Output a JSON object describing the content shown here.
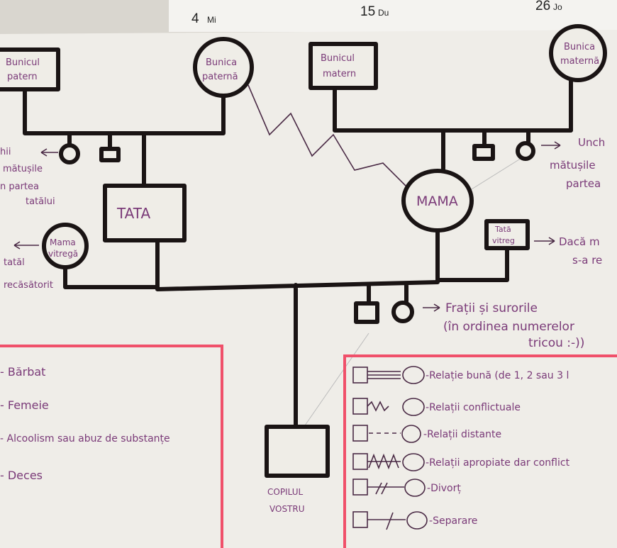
{
  "calendar": {
    "days": [
      {
        "num": "4",
        "day": "Mi"
      },
      {
        "num": "15",
        "day": "Du"
      },
      {
        "num": "26",
        "day": "Jo"
      }
    ]
  },
  "nodes": {
    "paternal_grandfather": [
      "Bunicul",
      "patern"
    ],
    "paternal_grandmother": [
      "Bunica",
      "paternă"
    ],
    "maternal_grandfather": [
      "Bunicul",
      "matern"
    ],
    "maternal_grandmother": [
      "Bunica",
      "maternă"
    ],
    "father": "TATA",
    "mother": "MAMA",
    "stepmother": [
      "Mama",
      "vitregă"
    ],
    "stepfather": [
      "Tată",
      "vitreg"
    ],
    "child": [
      "COPILUL",
      "VOSTRU"
    ]
  },
  "annotations": {
    "paternal_siblings": [
      "hii",
      "mătușile",
      "n partea",
      "tatălui"
    ],
    "maternal_siblings": [
      "Unch",
      "mătușile",
      "partea"
    ],
    "father_remarried": [
      "tatăl",
      "recăsătorit"
    ],
    "mother_remarried": [
      "Dacă m",
      "s-a re"
    ],
    "siblings": [
      "Frații și surorile",
      "(în ordinea numerelor",
      "tricou :-))"
    ]
  },
  "legend_left": [
    "Bărbat",
    "Femeie",
    "Alcoolism sau abuz de substanțe",
    "Deces"
  ],
  "legend_right": [
    "Relație bună (de 1, 2 sau 3 l",
    "Relații conflictuale",
    "Relații distante",
    "Relații apropiate dar conflict",
    "Divorț",
    "Separare"
  ]
}
